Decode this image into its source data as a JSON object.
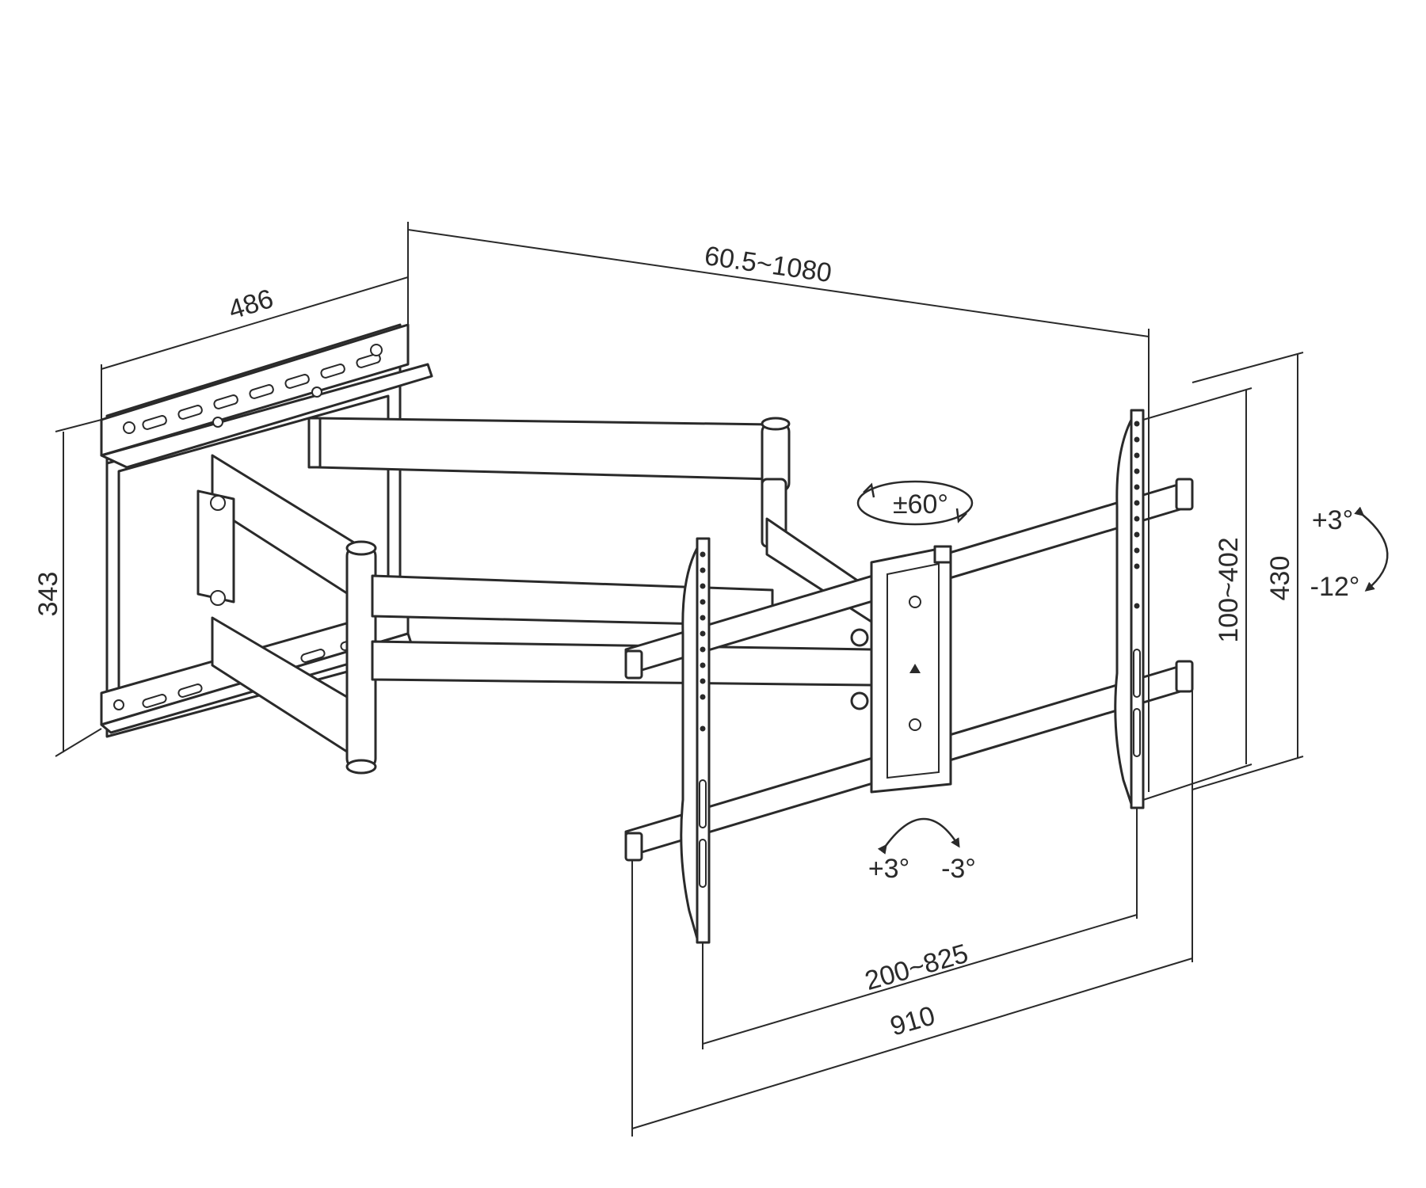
{
  "colors": {
    "line": "#2a2a2a",
    "background": "#ffffff"
  },
  "dimensions": {
    "wall_plate_width": "486",
    "arm_extension": "60.5~1080",
    "wall_plate_height": "343",
    "vesa_vertical": "100~402",
    "height": "430",
    "vesa_horizontal": "200~825",
    "width": "910"
  },
  "adjustments": {
    "swivel": "±60°",
    "tilt_up": "+3°",
    "tilt_down": "-12°",
    "level_plus": "+3°",
    "level_minus": "-3°"
  }
}
